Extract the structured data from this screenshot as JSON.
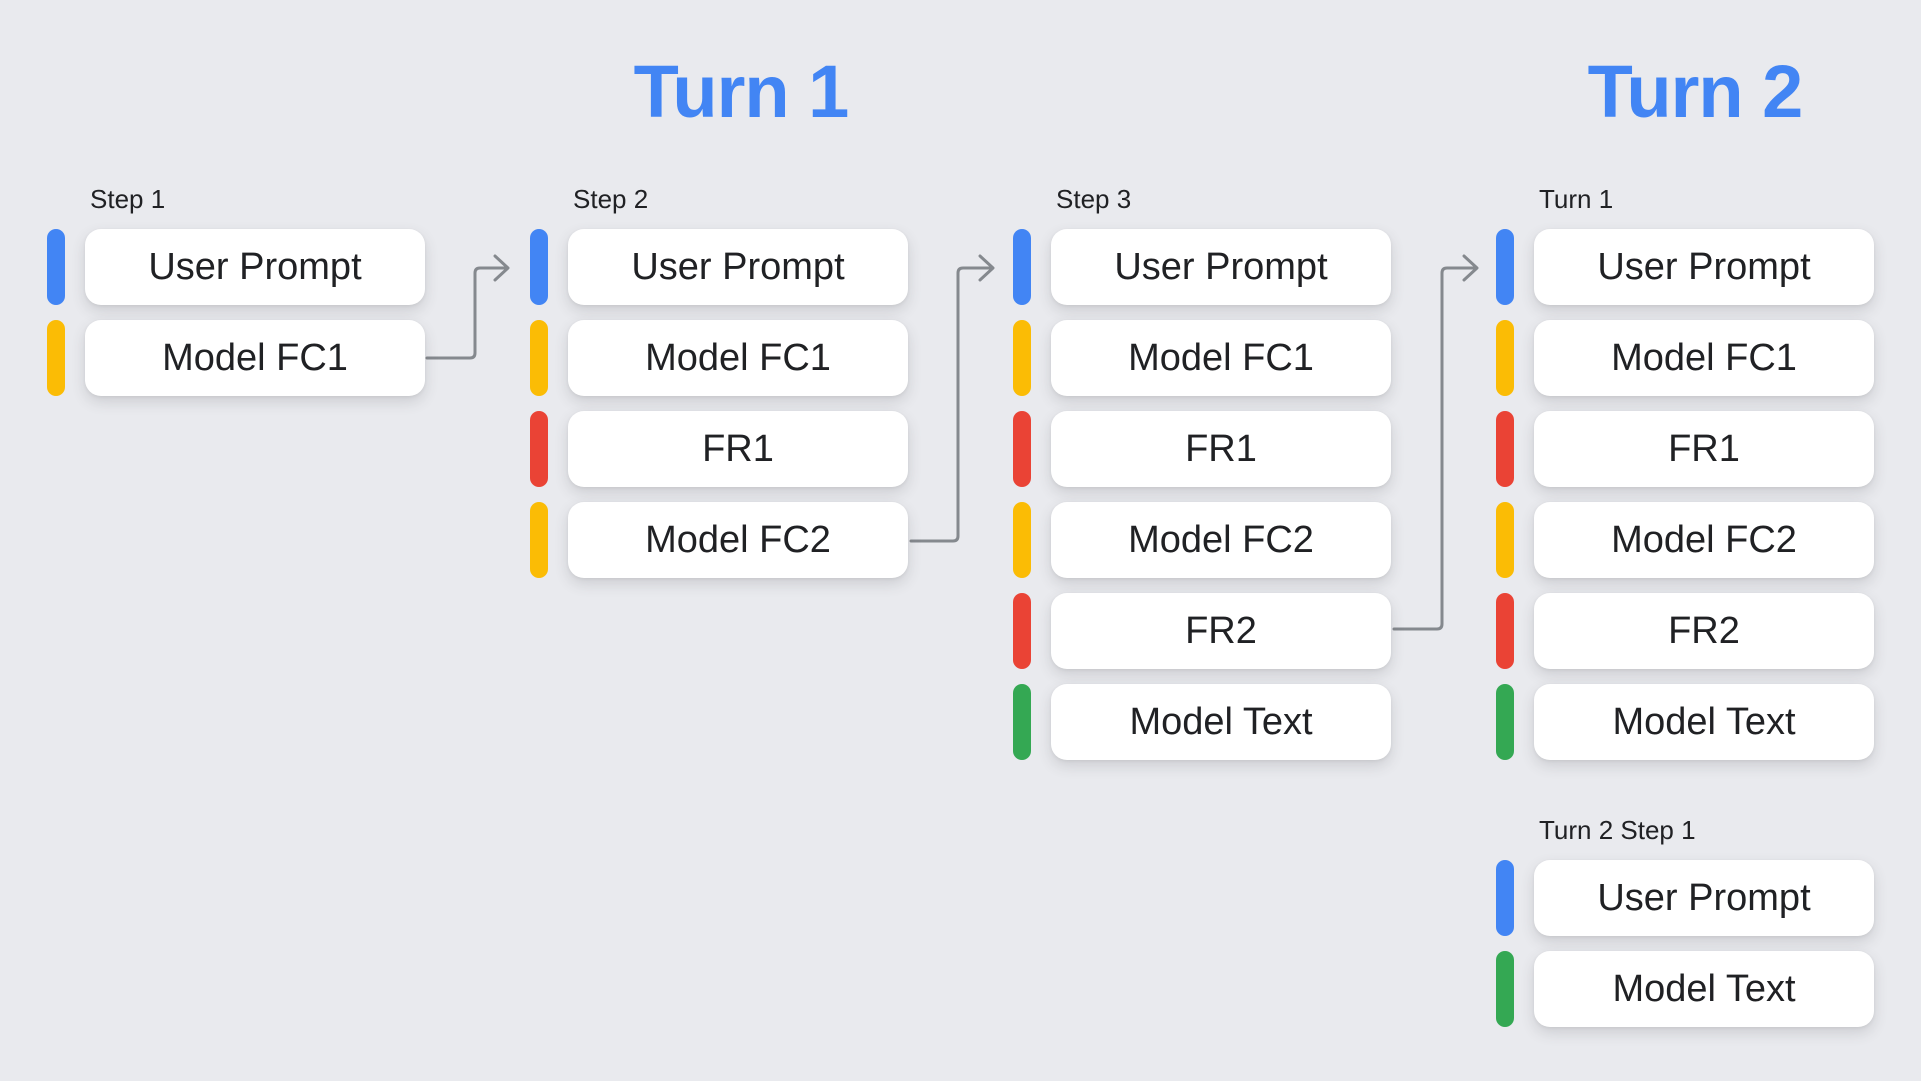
{
  "titles": [
    {
      "text": "Turn 1"
    },
    {
      "text": "Turn 2"
    }
  ],
  "groups": [
    {
      "label": "Step 1",
      "cards": [
        {
          "text": "User Prompt",
          "color": "blue"
        },
        {
          "text": "Model FC1",
          "color": "yellow"
        }
      ]
    },
    {
      "label": "Step 2",
      "cards": [
        {
          "text": "User Prompt",
          "color": "blue"
        },
        {
          "text": "Model FC1",
          "color": "yellow"
        },
        {
          "text": "FR1",
          "color": "red"
        },
        {
          "text": "Model FC2",
          "color": "yellow"
        }
      ]
    },
    {
      "label": "Step 3",
      "cards": [
        {
          "text": "User Prompt",
          "color": "blue"
        },
        {
          "text": "Model FC1",
          "color": "yellow"
        },
        {
          "text": "FR1",
          "color": "red"
        },
        {
          "text": "Model FC2",
          "color": "yellow"
        },
        {
          "text": "FR2",
          "color": "red"
        },
        {
          "text": "Model Text",
          "color": "green"
        }
      ]
    },
    {
      "label": "Turn 1",
      "cards": [
        {
          "text": "User Prompt",
          "color": "blue"
        },
        {
          "text": "Model FC1",
          "color": "yellow"
        },
        {
          "text": "FR1",
          "color": "red"
        },
        {
          "text": "Model FC2",
          "color": "yellow"
        },
        {
          "text": "FR2",
          "color": "red"
        },
        {
          "text": "Model Text",
          "color": "green"
        }
      ]
    },
    {
      "label": "Turn 2 Step 1",
      "cards": [
        {
          "text": "User Prompt",
          "color": "blue"
        },
        {
          "text": "Model Text",
          "color": "green"
        }
      ]
    }
  ],
  "colors": {
    "background": "#e9eaee",
    "card": "#ffffff",
    "text": "#202124",
    "title": "#4285f4",
    "blue": "#4285f4",
    "yellow": "#fbbc05",
    "red": "#ea4335",
    "green": "#34a853",
    "arrow": "#85898e"
  }
}
